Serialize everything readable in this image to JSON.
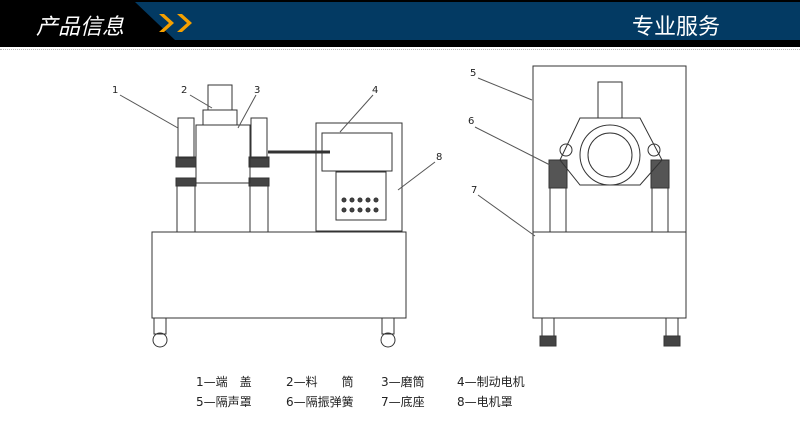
{
  "header": {
    "title": "产品信息",
    "right_title": "专业服务"
  },
  "callouts": [
    "1",
    "2",
    "3",
    "4",
    "5",
    "6",
    "7",
    "8"
  ],
  "legend": [
    "1—端　盖",
    "2—料　　筒",
    "3—磨筒",
    "4—制动电机",
    "5—隔声罩",
    "6—隔振弹簧",
    "7—底座",
    "8—电机罩"
  ]
}
